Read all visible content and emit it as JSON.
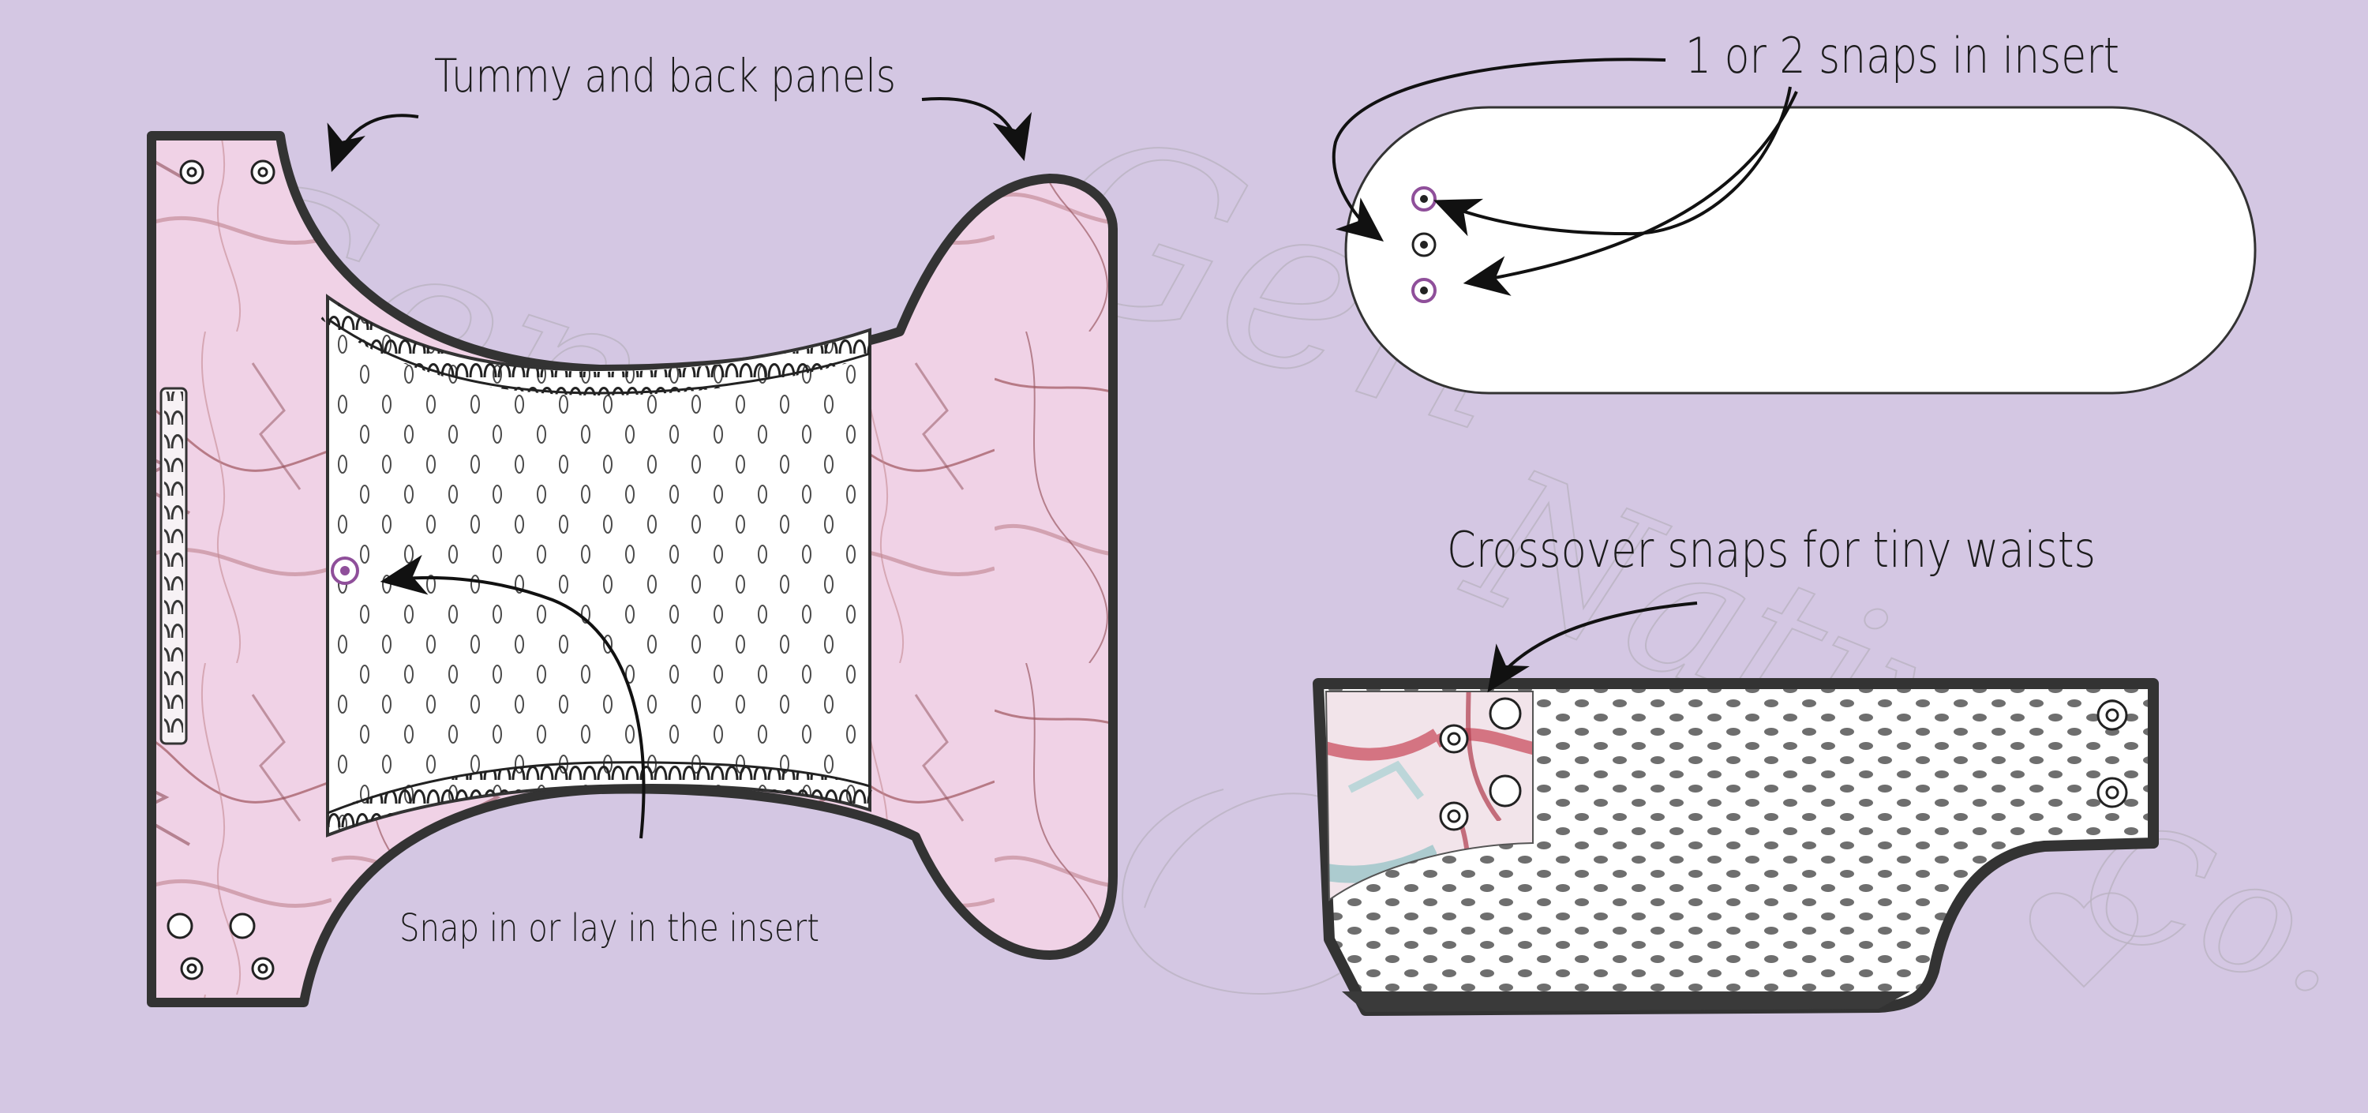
{
  "labels": {
    "tummy_back": "Tummy and back panels",
    "insert_snaps": "1 or 2 snaps in insert",
    "crossover": "Crossover snaps for tiny waists",
    "snap_in": "Snap in or lay in the insert"
  },
  "watermark": [
    "Gen",
    "Gen",
    "Native",
    "Co."
  ],
  "colors": {
    "background": "#d4c7e3",
    "outline": "#333333",
    "marble": "#f0d2e6",
    "marble_vein": "#a9646e",
    "accent_snap": "#8f4f9a"
  }
}
